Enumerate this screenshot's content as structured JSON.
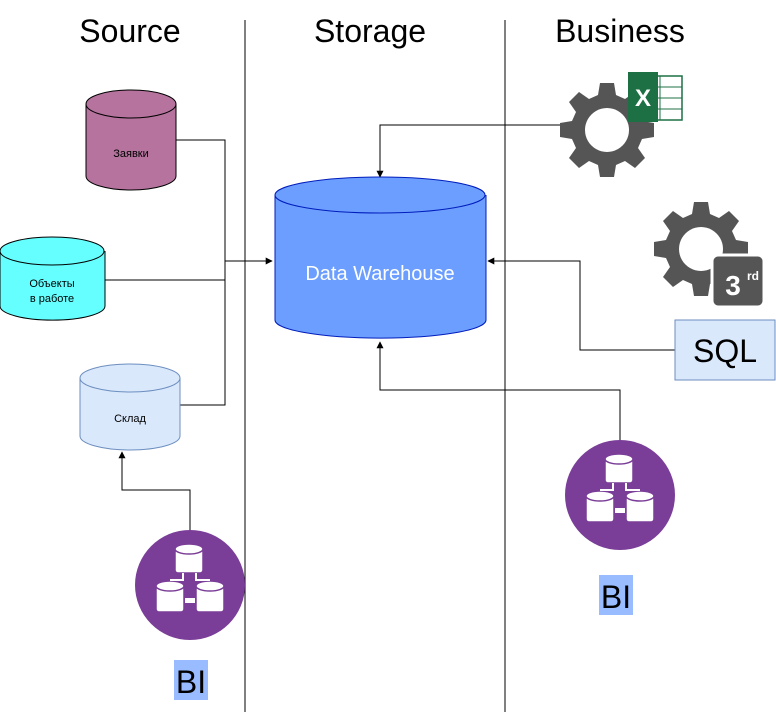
{
  "columns": {
    "source": "Source",
    "storage": "Storage",
    "business": "Business"
  },
  "sources": {
    "zayavki": "Заявки",
    "obekty_line1": "Объекты",
    "obekty_line2": "в работе",
    "sklad": "Склад"
  },
  "warehouse": {
    "label": "Data Warehouse"
  },
  "business": {
    "excel_badge": "X",
    "third_party_badge": "3",
    "third_party_sup": "rd",
    "sql_label": "SQL"
  },
  "bi": {
    "left_label": "BI",
    "right_label": "BI"
  },
  "colors": {
    "zayavki_fill": "#B5739D",
    "obekty_fill": "#66FFFF",
    "sklad_fill": "#DAE8FC",
    "warehouse_fill": "#6C9EFF",
    "warehouse_stroke": "#001DBC",
    "bi_purple": "#7A3E98",
    "gear_gray": "#555555",
    "excel_green": "#1D7044",
    "highlight_blue": "#99BBFF",
    "sql_box_fill": "#DAE8FC",
    "sql_box_stroke": "#6C8EBF"
  },
  "icons": [
    "gear-icon",
    "excel-icon",
    "third-party-icon",
    "database-cluster-icon"
  ]
}
